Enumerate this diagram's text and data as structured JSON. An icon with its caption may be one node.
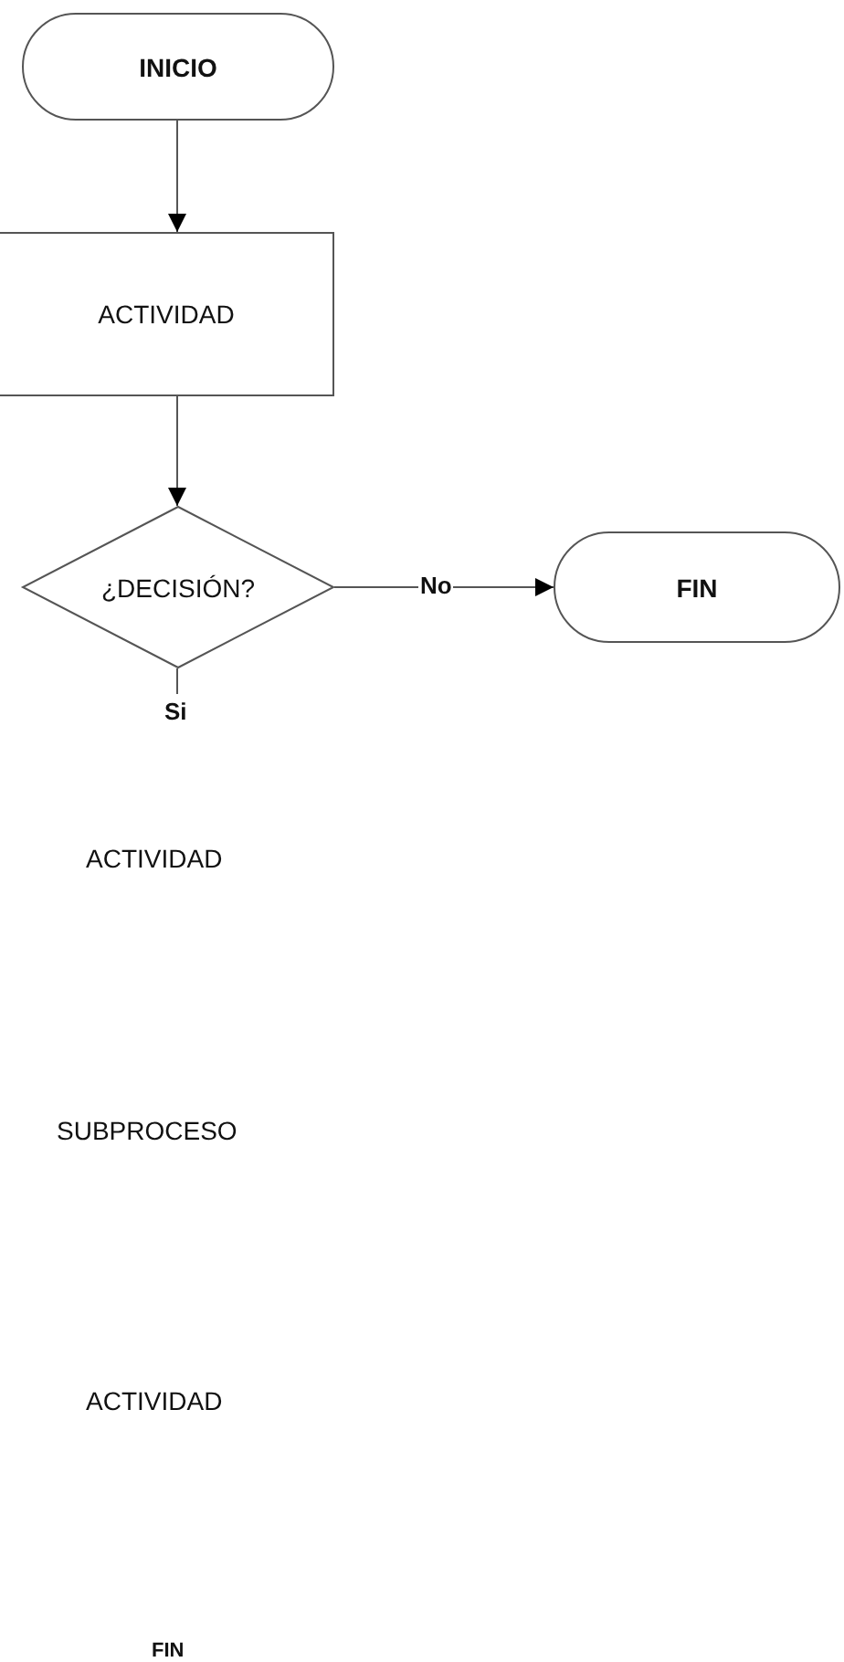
{
  "diagram": {
    "nodes": [
      {
        "text": [
          "INICIO"
        ]
      },
      {
        "text": [
          "ACTIVIDAD"
        ]
      },
      {
        "text": [
          "¿DECISIÓN?"
        ]
      },
      {
        "text": [
          "FIN"
        ]
      }
    ],
    "edges": [
      {
        "from": 0,
        "to": 1,
        "arrow": "to"
      },
      {
        "from": 1,
        "to": 2,
        "arrow": "to"
      },
      {
        "from": 2,
        "to": 3,
        "arrow": "to",
        "label": "No"
      },
      {
        "from": 2,
        "to": null,
        "arrow": "none",
        "label": "Si"
      }
    ],
    "labels": [
      "ACTIVIDAD",
      "SUBPROCESO",
      "ACTIVIDAD",
      "FIN"
    ]
  }
}
